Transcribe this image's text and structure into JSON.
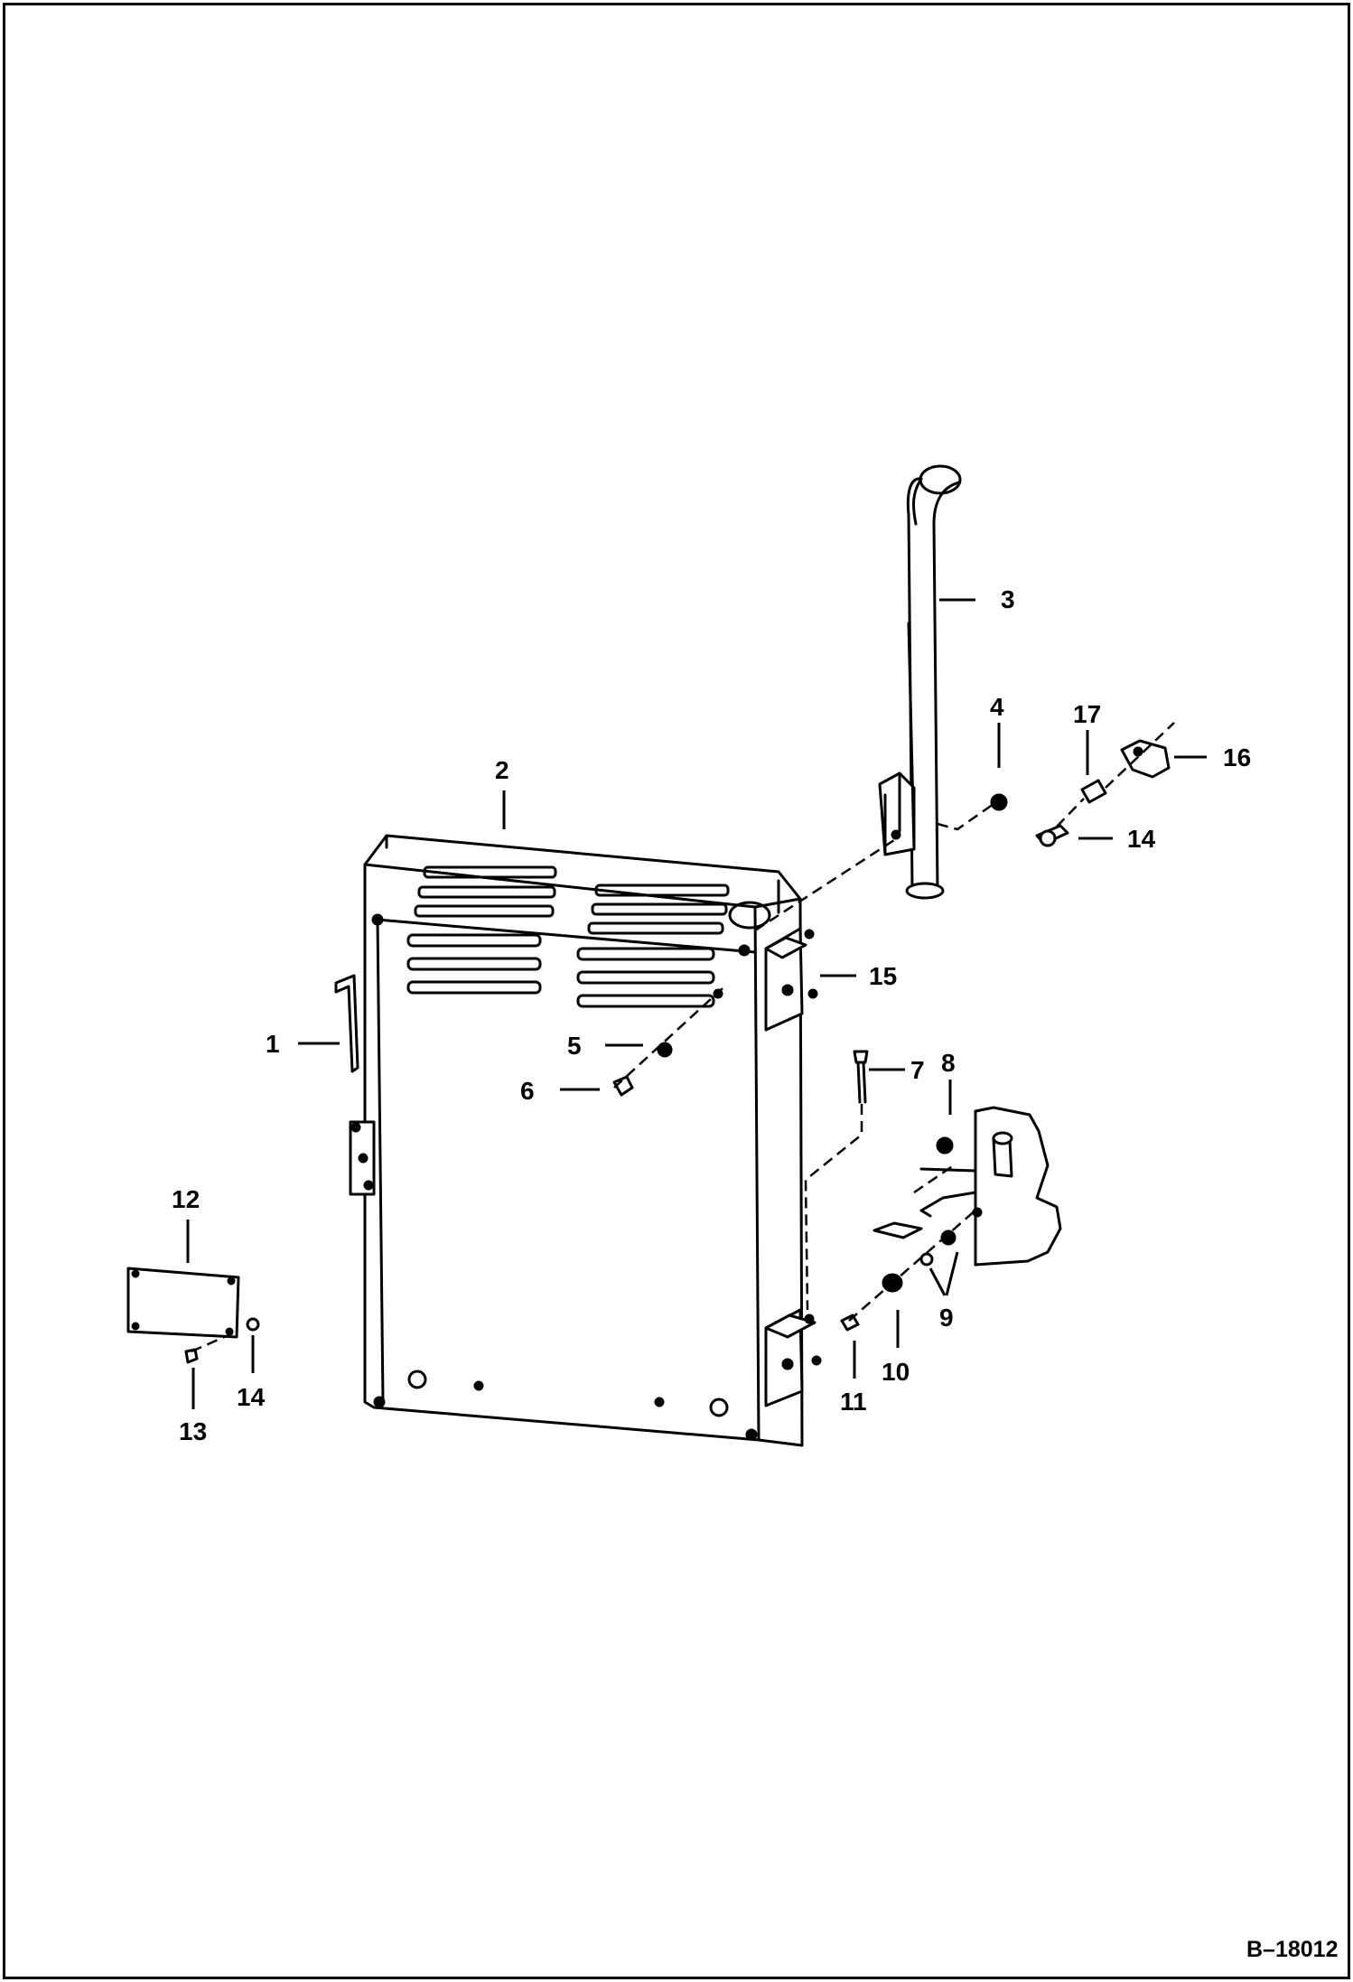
{
  "diagram": {
    "reference_number": "B–18012",
    "callouts": [
      {
        "id": "c1",
        "label": "1"
      },
      {
        "id": "c2",
        "label": "2"
      },
      {
        "id": "c3",
        "label": "3"
      },
      {
        "id": "c4",
        "label": "4"
      },
      {
        "id": "c5",
        "label": "5"
      },
      {
        "id": "c6",
        "label": "6"
      },
      {
        "id": "c7",
        "label": "7"
      },
      {
        "id": "c8",
        "label": "8"
      },
      {
        "id": "c9",
        "label": "9"
      },
      {
        "id": "c10",
        "label": "10"
      },
      {
        "id": "c11",
        "label": "11"
      },
      {
        "id": "c12",
        "label": "12"
      },
      {
        "id": "c13",
        "label": "13"
      },
      {
        "id": "c14a",
        "label": "14"
      },
      {
        "id": "c14b",
        "label": "14"
      },
      {
        "id": "c15",
        "label": "15"
      },
      {
        "id": "c16",
        "label": "16"
      },
      {
        "id": "c17",
        "label": "17"
      }
    ]
  }
}
